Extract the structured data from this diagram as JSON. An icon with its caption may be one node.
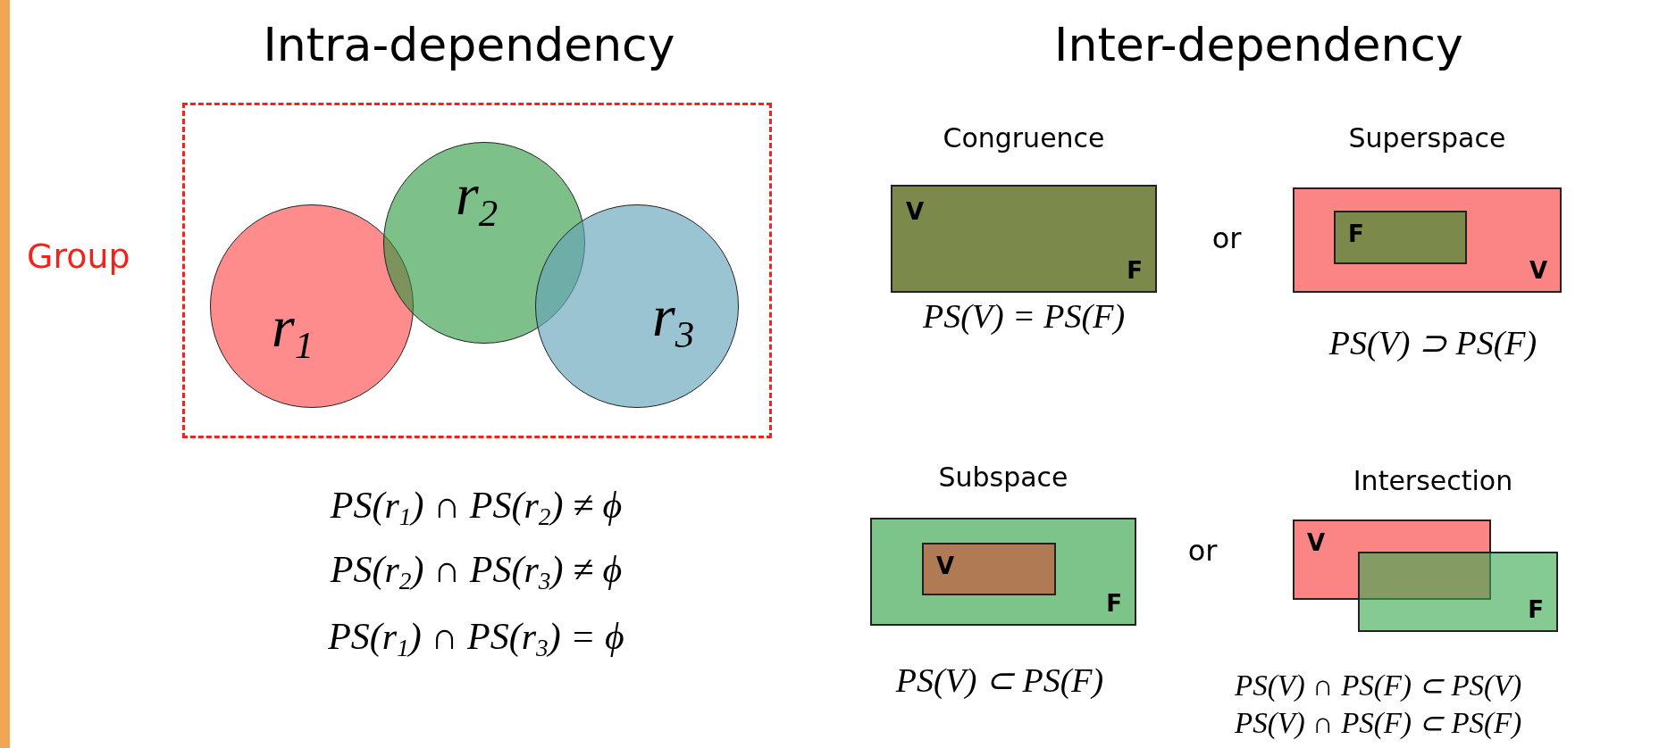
{
  "diagram": {
    "nodes": [
      {
        "text": [
          "Group"
        ]
      },
      {
        "text": [
          "r$_{1}$"
        ],
        "in": 0
      },
      {
        "text": [
          "r$_{2}$"
        ],
        "in": 0
      },
      {
        "text": [
          "r$_{3}$"
        ],
        "in": 0
      },
      {
        "text": [
          "Congruence",
          "V",
          "F"
        ]
      },
      {
        "text": [
          "Superspace",
          "V"
        ]
      },
      {
        "text": [
          "F"
        ],
        "in": 5
      },
      {
        "text": [
          "Subspace",
          "F"
        ]
      },
      {
        "text": [
          "V"
        ],
        "in": 7
      },
      {
        "text": [
          "V"
        ]
      },
      {
        "text": [
          "F"
        ]
      }
    ],
    "edges": [],
    "labels": [
      "Intra-dependency",
      "Inter-dependency",
      "or",
      "PS(V) = PS(F)",
      "PS(V) ⊃ PS(F)",
      "Intersection",
      "or",
      "PS(r$_{1}$) ∩ PS(r$_{2}$) ≠ ϕ",
      "PS(r$_{2}$) ∩ PS(r$_{3}$) ≠ ϕ",
      "PS(r$_{1}$) ∩ PS(r$_{3}$) = ϕ",
      "PS(V) ⊂ PS(F)",
      "PS(V) ∩ PS(F) ⊂ PS(V)",
      "PS(V) ∩ PS(F) ⊂ PS(F)"
    ]
  }
}
